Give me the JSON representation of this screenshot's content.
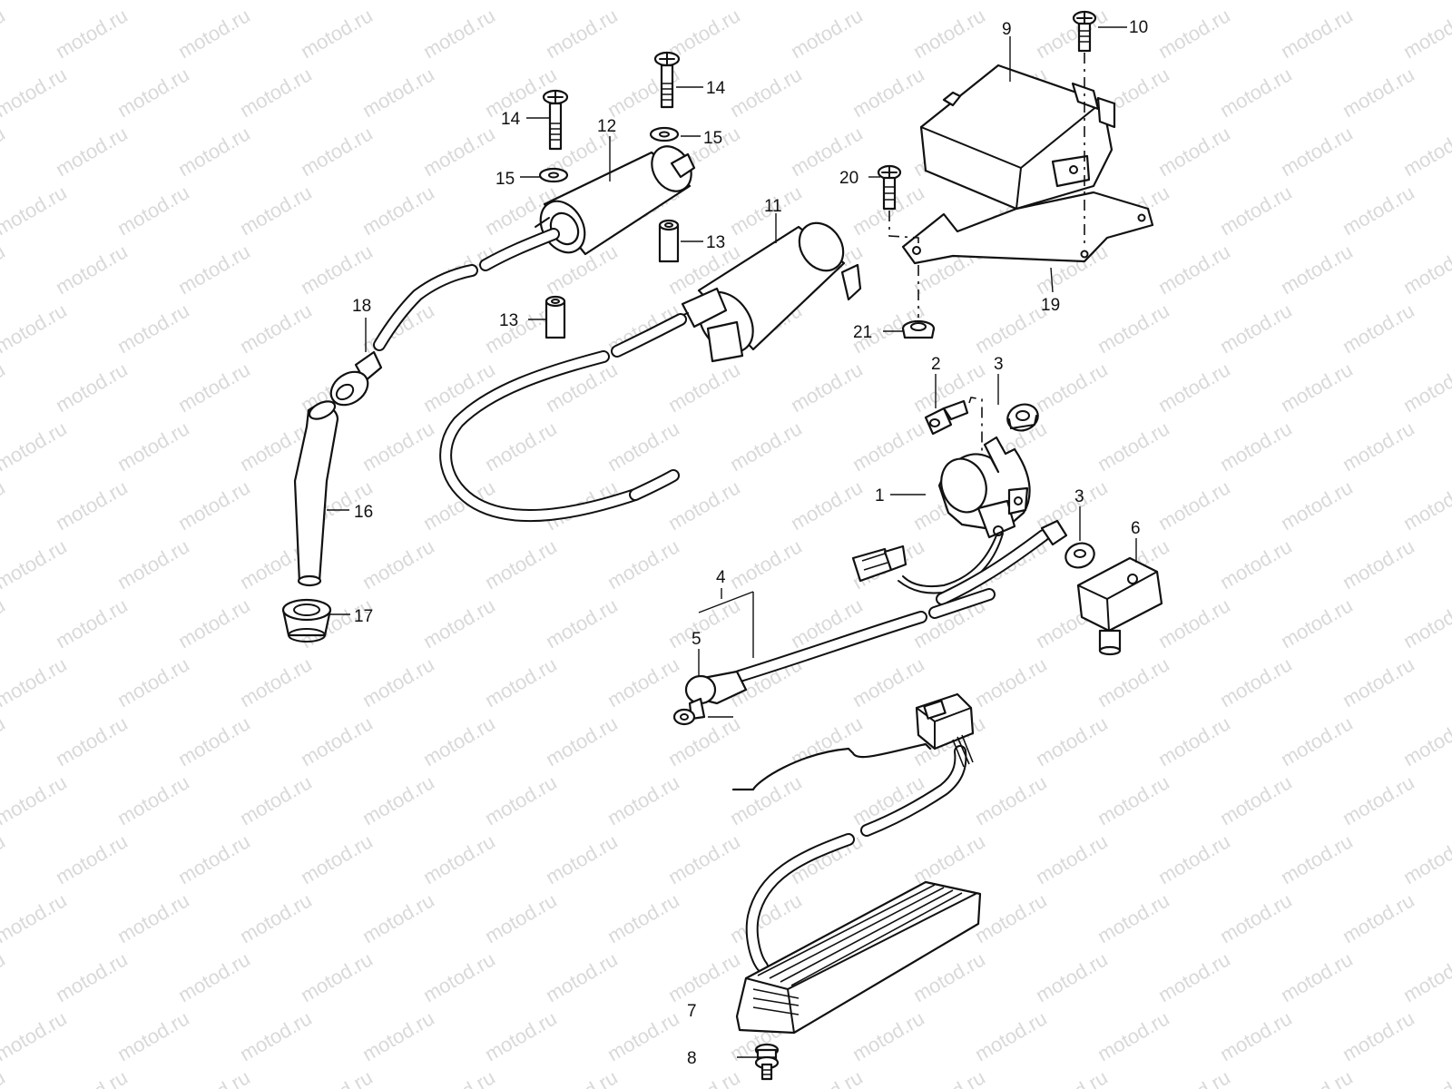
{
  "watermark": "motod.ru",
  "parts": [
    {
      "id": "p1",
      "label": "1"
    },
    {
      "id": "p2",
      "label": "2"
    },
    {
      "id": "p3a",
      "label": "3"
    },
    {
      "id": "p3b",
      "label": "3"
    },
    {
      "id": "p4",
      "label": "4"
    },
    {
      "id": "p5",
      "label": "5"
    },
    {
      "id": "p6",
      "label": "6"
    },
    {
      "id": "p7",
      "label": "7"
    },
    {
      "id": "p8",
      "label": "8"
    },
    {
      "id": "p9",
      "label": "9"
    },
    {
      "id": "p10",
      "label": "10"
    },
    {
      "id": "p11",
      "label": "11"
    },
    {
      "id": "p12",
      "label": "12"
    },
    {
      "id": "p13a",
      "label": "13"
    },
    {
      "id": "p13b",
      "label": "13"
    },
    {
      "id": "p14a",
      "label": "14"
    },
    {
      "id": "p14b",
      "label": "14"
    },
    {
      "id": "p15a",
      "label": "15"
    },
    {
      "id": "p15b",
      "label": "15"
    },
    {
      "id": "p16",
      "label": "16"
    },
    {
      "id": "p17",
      "label": "17"
    },
    {
      "id": "p18",
      "label": "18"
    },
    {
      "id": "p19",
      "label": "19"
    },
    {
      "id": "p20",
      "label": "20"
    },
    {
      "id": "p21",
      "label": "21"
    }
  ]
}
